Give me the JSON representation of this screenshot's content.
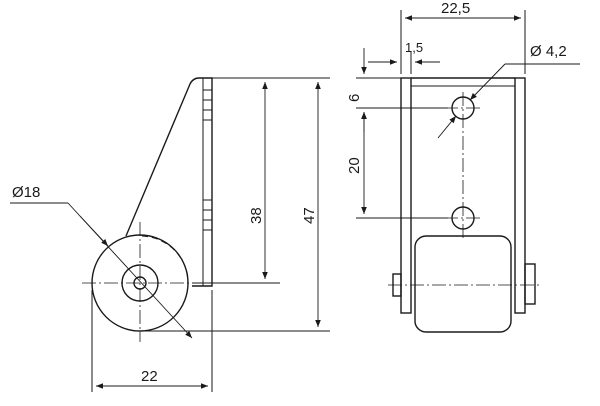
{
  "side_view": {
    "diameter_label": "Ø18",
    "height_38": "38",
    "height_47": "47",
    "width_22": "22"
  },
  "front_view": {
    "width_22_5": "22,5",
    "offset_1_5": "1,5",
    "hole_diameter": "Ø 4,2",
    "offset_6": "6",
    "spacing_20": "20"
  }
}
